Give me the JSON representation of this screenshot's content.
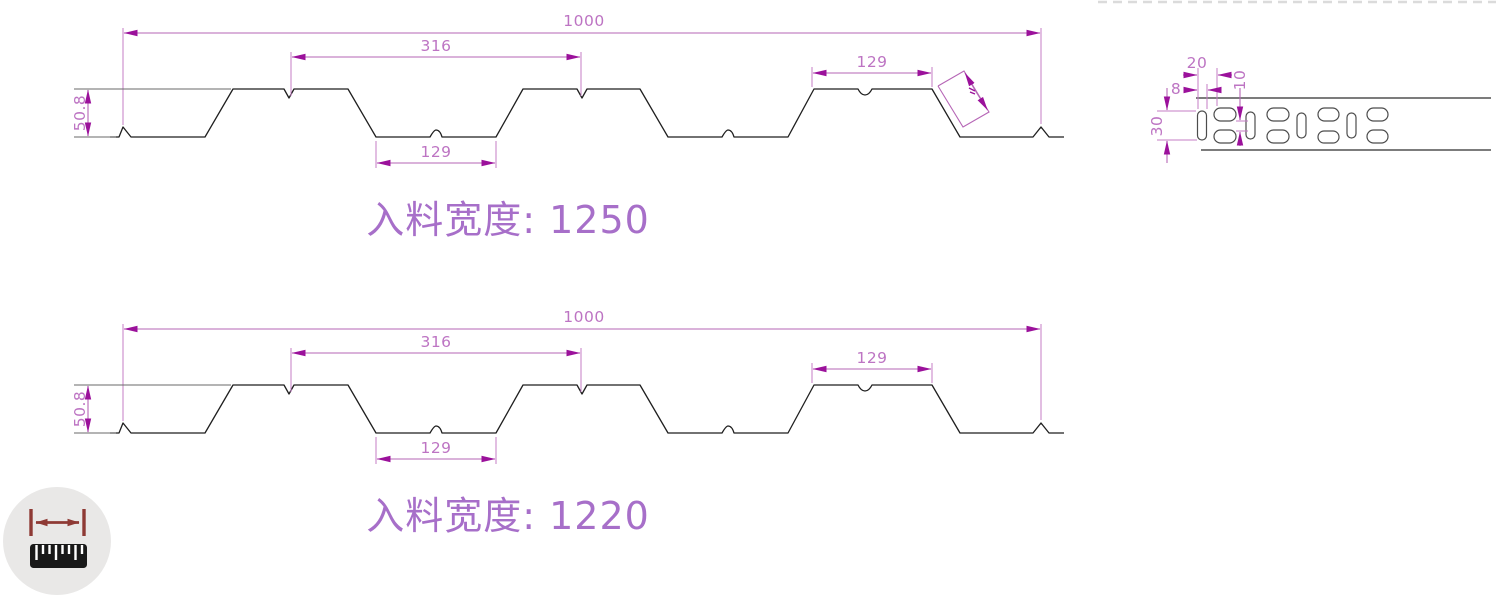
{
  "page": {
    "background": "#ffffff"
  },
  "colors": {
    "profile_line": "#1f1f1f",
    "dimension_line": "#b666b6",
    "dimension_arrow": "#9b119b",
    "dimension_text": "#bd74c3",
    "cjk_label_text": "#a76fc9",
    "detail_line": "#2e2e2e",
    "faint_dashed_line": "#dbdbdb",
    "icon_circle": "#e9e8e7",
    "icon_arrow": "#8e3a35",
    "icon_ruler": "#191919"
  },
  "profiles": {
    "top": {
      "overall_width": "1000",
      "module_width": "316",
      "valley_width": "129",
      "crest_width": "129",
      "profile_height": "50.8",
      "feed_label": "入料宽度: 1250"
    },
    "bottom": {
      "overall_width": "1000",
      "module_width": "316",
      "valley_width": "129",
      "crest_width": "129",
      "profile_height": "50.8",
      "feed_label": "入料宽度: 1220"
    }
  },
  "edge_detail": {
    "slot_width": "8",
    "slot_pitch": "20",
    "row_gap": "10",
    "strip_height": "30"
  },
  "icons": {
    "measure_tool": "ruler-measure-icon"
  }
}
